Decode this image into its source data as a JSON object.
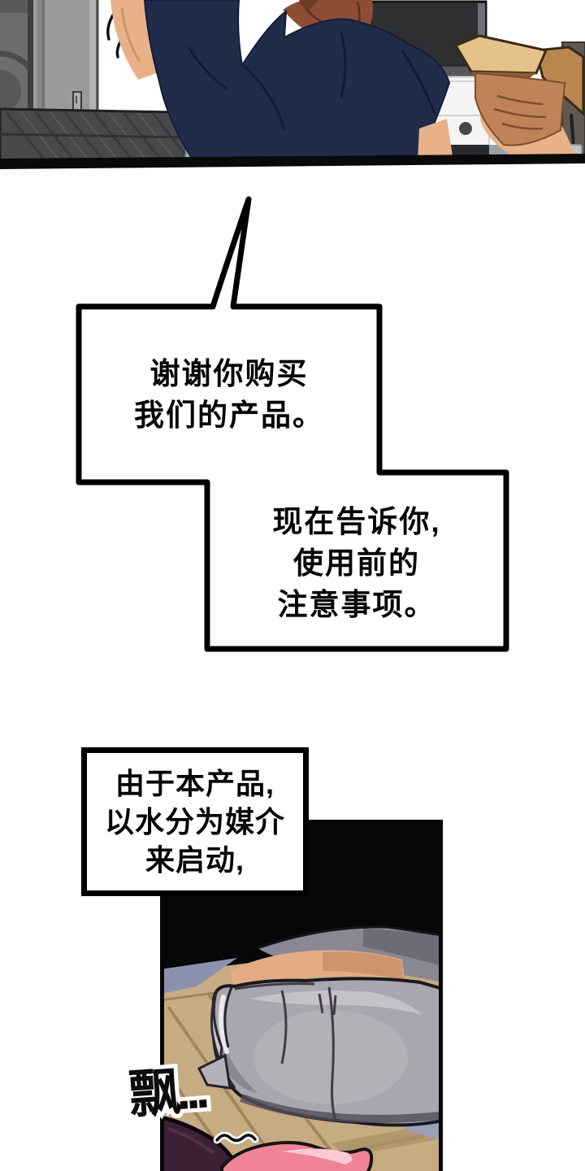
{
  "comic": {
    "bubbles": [
      {
        "lines": [
          "谢谢你购买",
          "我们的产品。"
        ]
      },
      {
        "lines": [
          "现在告诉你,",
          "使用前的",
          "注意事项。"
        ]
      },
      {
        "lines": [
          "由于本产品,",
          "以水分为媒介",
          "来启动,"
        ]
      }
    ],
    "sfx": {
      "float_text": "飘..."
    }
  },
  "colors": {
    "page_bg": "#ffffff",
    "ink": "#000000",
    "shirt_navy": "#202c4a",
    "skin": "#e8b189",
    "skin_shadow": "#c08259",
    "hair_brown": "#8d4e35",
    "monitor_dark": "#2d2f31",
    "mattress_gray": "#47494b",
    "mattress_skirt": "#b7b9bb",
    "closet_gray": "#9a9a9a",
    "washer_gray": "#6d6d6d",
    "floor_tan": "#c7ab82",
    "pants_gray": "#a8a6ae",
    "shirt_gray": "#8a8794",
    "waist_skin": "#e2ab83",
    "blob_purple": "#3c2136",
    "tongue_pink": "#ef8398",
    "tongue_highlight": "#fbc9d6",
    "shadow_blue": "#8b90ad",
    "cardboard_tan": "#d8ad6c",
    "cardboard_light": "#e5c28a",
    "cardboard_dark": "#b8874f",
    "panel_black": "#070707"
  }
}
